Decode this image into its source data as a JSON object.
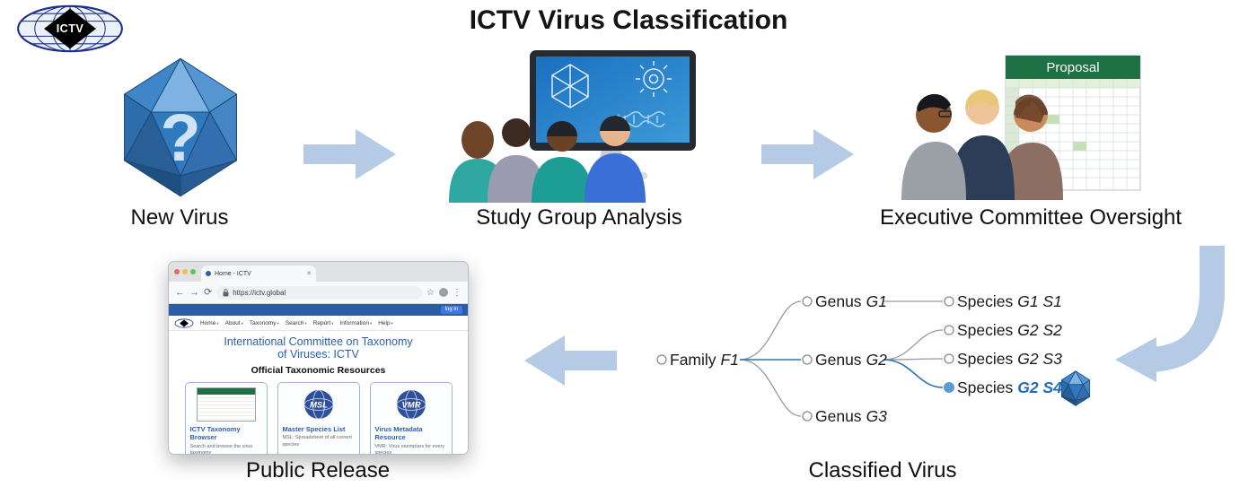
{
  "title": "ICTV Virus Classification",
  "logo": {
    "text": "ICTV"
  },
  "steps": {
    "new_virus": {
      "label": "New Virus",
      "glyph": "?"
    },
    "study_group": {
      "label": "Study Group Analysis"
    },
    "executive": {
      "label": "Executive Committee Oversight",
      "proposal_header": "Proposal"
    },
    "public_release": {
      "label": "Public Release"
    },
    "classified_virus": {
      "label": "Classified Virus"
    }
  },
  "tree": {
    "family": {
      "rank": "Family",
      "name": "F1"
    },
    "genera": [
      {
        "rank": "Genus",
        "name": "G1"
      },
      {
        "rank": "Genus",
        "name": "G2"
      },
      {
        "rank": "Genus",
        "name": "G3"
      }
    ],
    "species": [
      {
        "rank": "Species",
        "name": "G1 S1",
        "highlighted": false
      },
      {
        "rank": "Species",
        "name": "G2 S2",
        "highlighted": false
      },
      {
        "rank": "Species",
        "name": "G2 S3",
        "highlighted": false
      },
      {
        "rank": "Species",
        "name": "G2 S4",
        "highlighted": true
      }
    ]
  },
  "browser": {
    "tab_title": "Home - ICTV",
    "url": "https://ictv.global",
    "login_label": "log in",
    "nav": [
      "Home",
      "About",
      "Taxonomy",
      "Search",
      "Report",
      "Information",
      "Help"
    ],
    "heading_line1": "International Committee on Taxonomy",
    "heading_line2": "of Viruses: ICTV",
    "subheading": "Official Taxonomic Resources",
    "cards": [
      {
        "title": "ICTV Taxonomy Browser",
        "badge": "",
        "desc": "Search and browse the virus taxonomy"
      },
      {
        "title": "Master Species List",
        "badge": "MSL",
        "desc": "MSL: Spreadsheet of all current species"
      },
      {
        "title": "Virus Metadata Resource",
        "badge": "VMR",
        "desc": "VMR: Virus exemplars for every species"
      }
    ]
  },
  "colors": {
    "flow_arrow": "#b5cbe5",
    "highlight_blue": "#1e6bbf",
    "excel_green": "#1e7145",
    "ictv_brand_blue": "#2d5fa8",
    "virus_blue": "#2f79bf"
  }
}
